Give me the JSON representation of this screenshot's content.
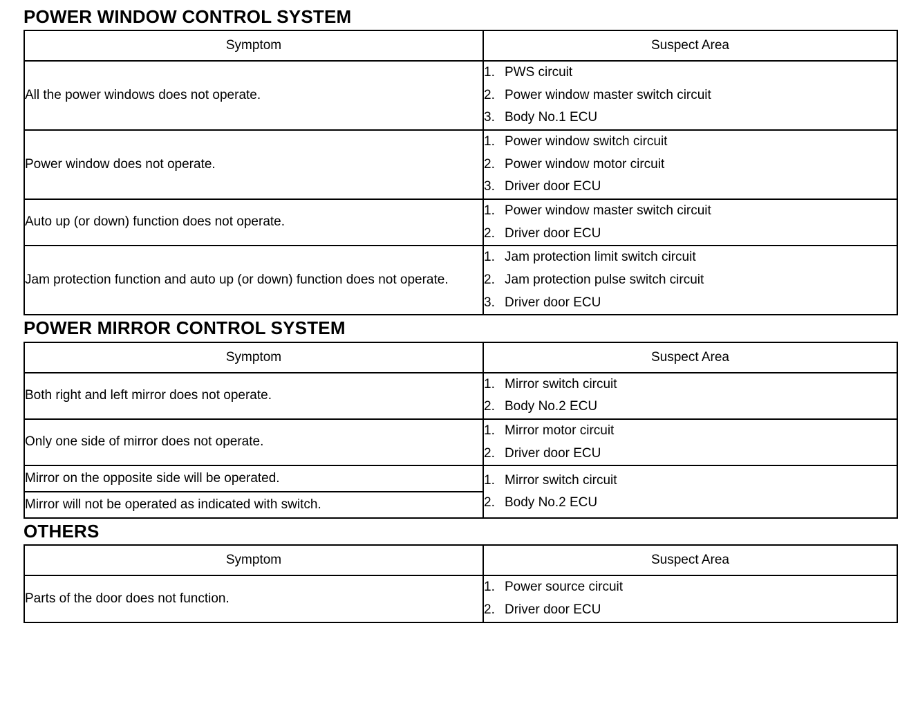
{
  "document": {
    "columns": {
      "symptom": "Symptom",
      "suspect": "Suspect Area"
    }
  },
  "sections": [
    {
      "id": "power-window",
      "heading": "POWER WINDOW CONTROL SYSTEM",
      "rows": [
        {
          "symptom": "All the power windows does not operate.",
          "suspects": [
            {
              "num": "1.",
              "text": "PWS circuit"
            },
            {
              "num": "2.",
              "text": "Power window master switch circuit"
            },
            {
              "num": "3.",
              "text": "Body No.1 ECU"
            }
          ]
        },
        {
          "symptom": "Power window does not operate.",
          "suspects": [
            {
              "num": "1.",
              "text": "Power window switch circuit"
            },
            {
              "num": "2.",
              "text": "Power window motor circuit"
            },
            {
              "num": "3.",
              "text": "Driver door ECU"
            }
          ]
        },
        {
          "symptom": "Auto up (or down) function does not operate.",
          "suspects": [
            {
              "num": "1.",
              "text": "Power window master switch circuit"
            },
            {
              "num": "2.",
              "text": "Driver door ECU"
            }
          ]
        },
        {
          "symptom": "Jam protection function and auto up (or down) function does not operate.",
          "suspects": [
            {
              "num": "1.",
              "text": "Jam protection limit switch circuit"
            },
            {
              "num": "2.",
              "text": "Jam protection pulse switch circuit"
            },
            {
              "num": "3.",
              "text": "Driver door ECU"
            }
          ]
        }
      ]
    },
    {
      "id": "power-mirror",
      "heading": "POWER MIRROR CONTROL SYSTEM",
      "rows": [
        {
          "symptom": "Both right and left mirror does not operate.",
          "suspects": [
            {
              "num": "1.",
              "text": "Mirror switch circuit"
            },
            {
              "num": "2.",
              "text": "Body No.2 ECU"
            }
          ]
        },
        {
          "symptom": "Only one side of mirror does not operate.",
          "suspects": [
            {
              "num": "1.",
              "text": "Mirror motor circuit"
            },
            {
              "num": "2.",
              "text": "Driver door ECU"
            }
          ]
        },
        {
          "symptom": "Mirror on the opposite side will be operated.",
          "suspects": [
            {
              "num": "1.",
              "text": "Mirror switch circuit"
            },
            {
              "num": "2.",
              "text": "Body No.2 ECU"
            }
          ],
          "merged_with_next": true
        },
        {
          "symptom": "Mirror will not be operated as indicated with switch."
        }
      ]
    },
    {
      "id": "others",
      "heading": "OTHERS",
      "rows": [
        {
          "symptom": "Parts of the door does not function.",
          "suspects": [
            {
              "num": "1.",
              "text": "Power source circuit"
            },
            {
              "num": "2.",
              "text": "Driver door ECU"
            }
          ]
        }
      ]
    }
  ]
}
